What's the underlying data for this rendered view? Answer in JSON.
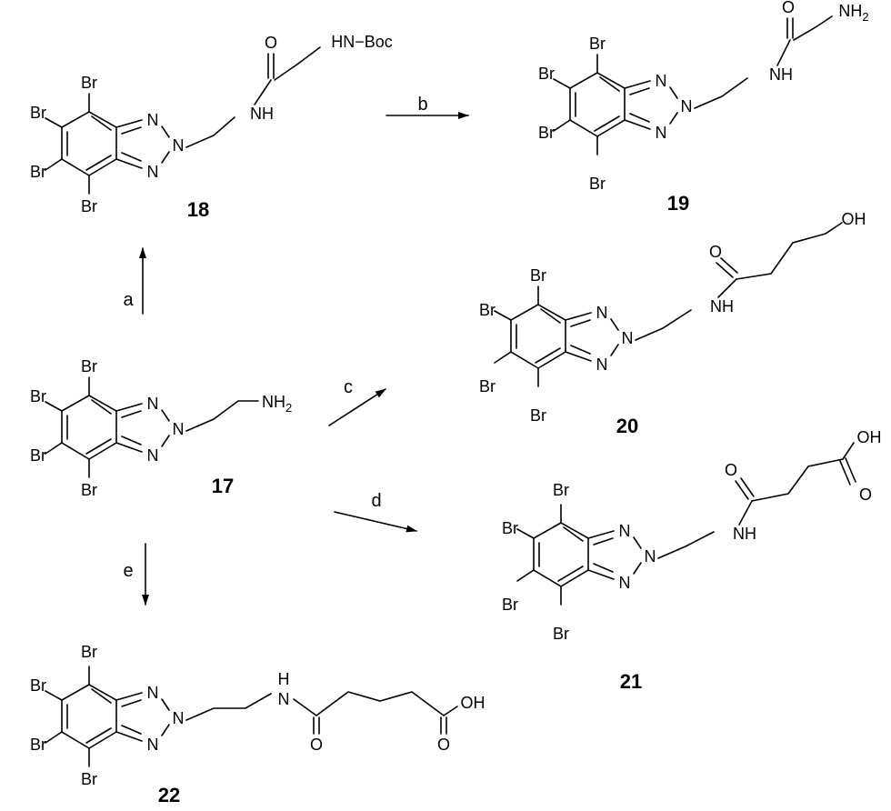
{
  "atoms": {
    "br": "Br",
    "n": "N",
    "nh": "NH",
    "h": "H",
    "o": "O",
    "oh": "OH",
    "nh2": "NH",
    "two": "2",
    "hn_boc": "HN−Boc"
  },
  "compounds": {
    "c17": "17",
    "c18": "18",
    "c19": "19",
    "c20": "20",
    "c21": "21",
    "c22": "22"
  },
  "steps": {
    "a": "a",
    "b": "b",
    "c": "c",
    "d": "d",
    "e": "e"
  }
}
